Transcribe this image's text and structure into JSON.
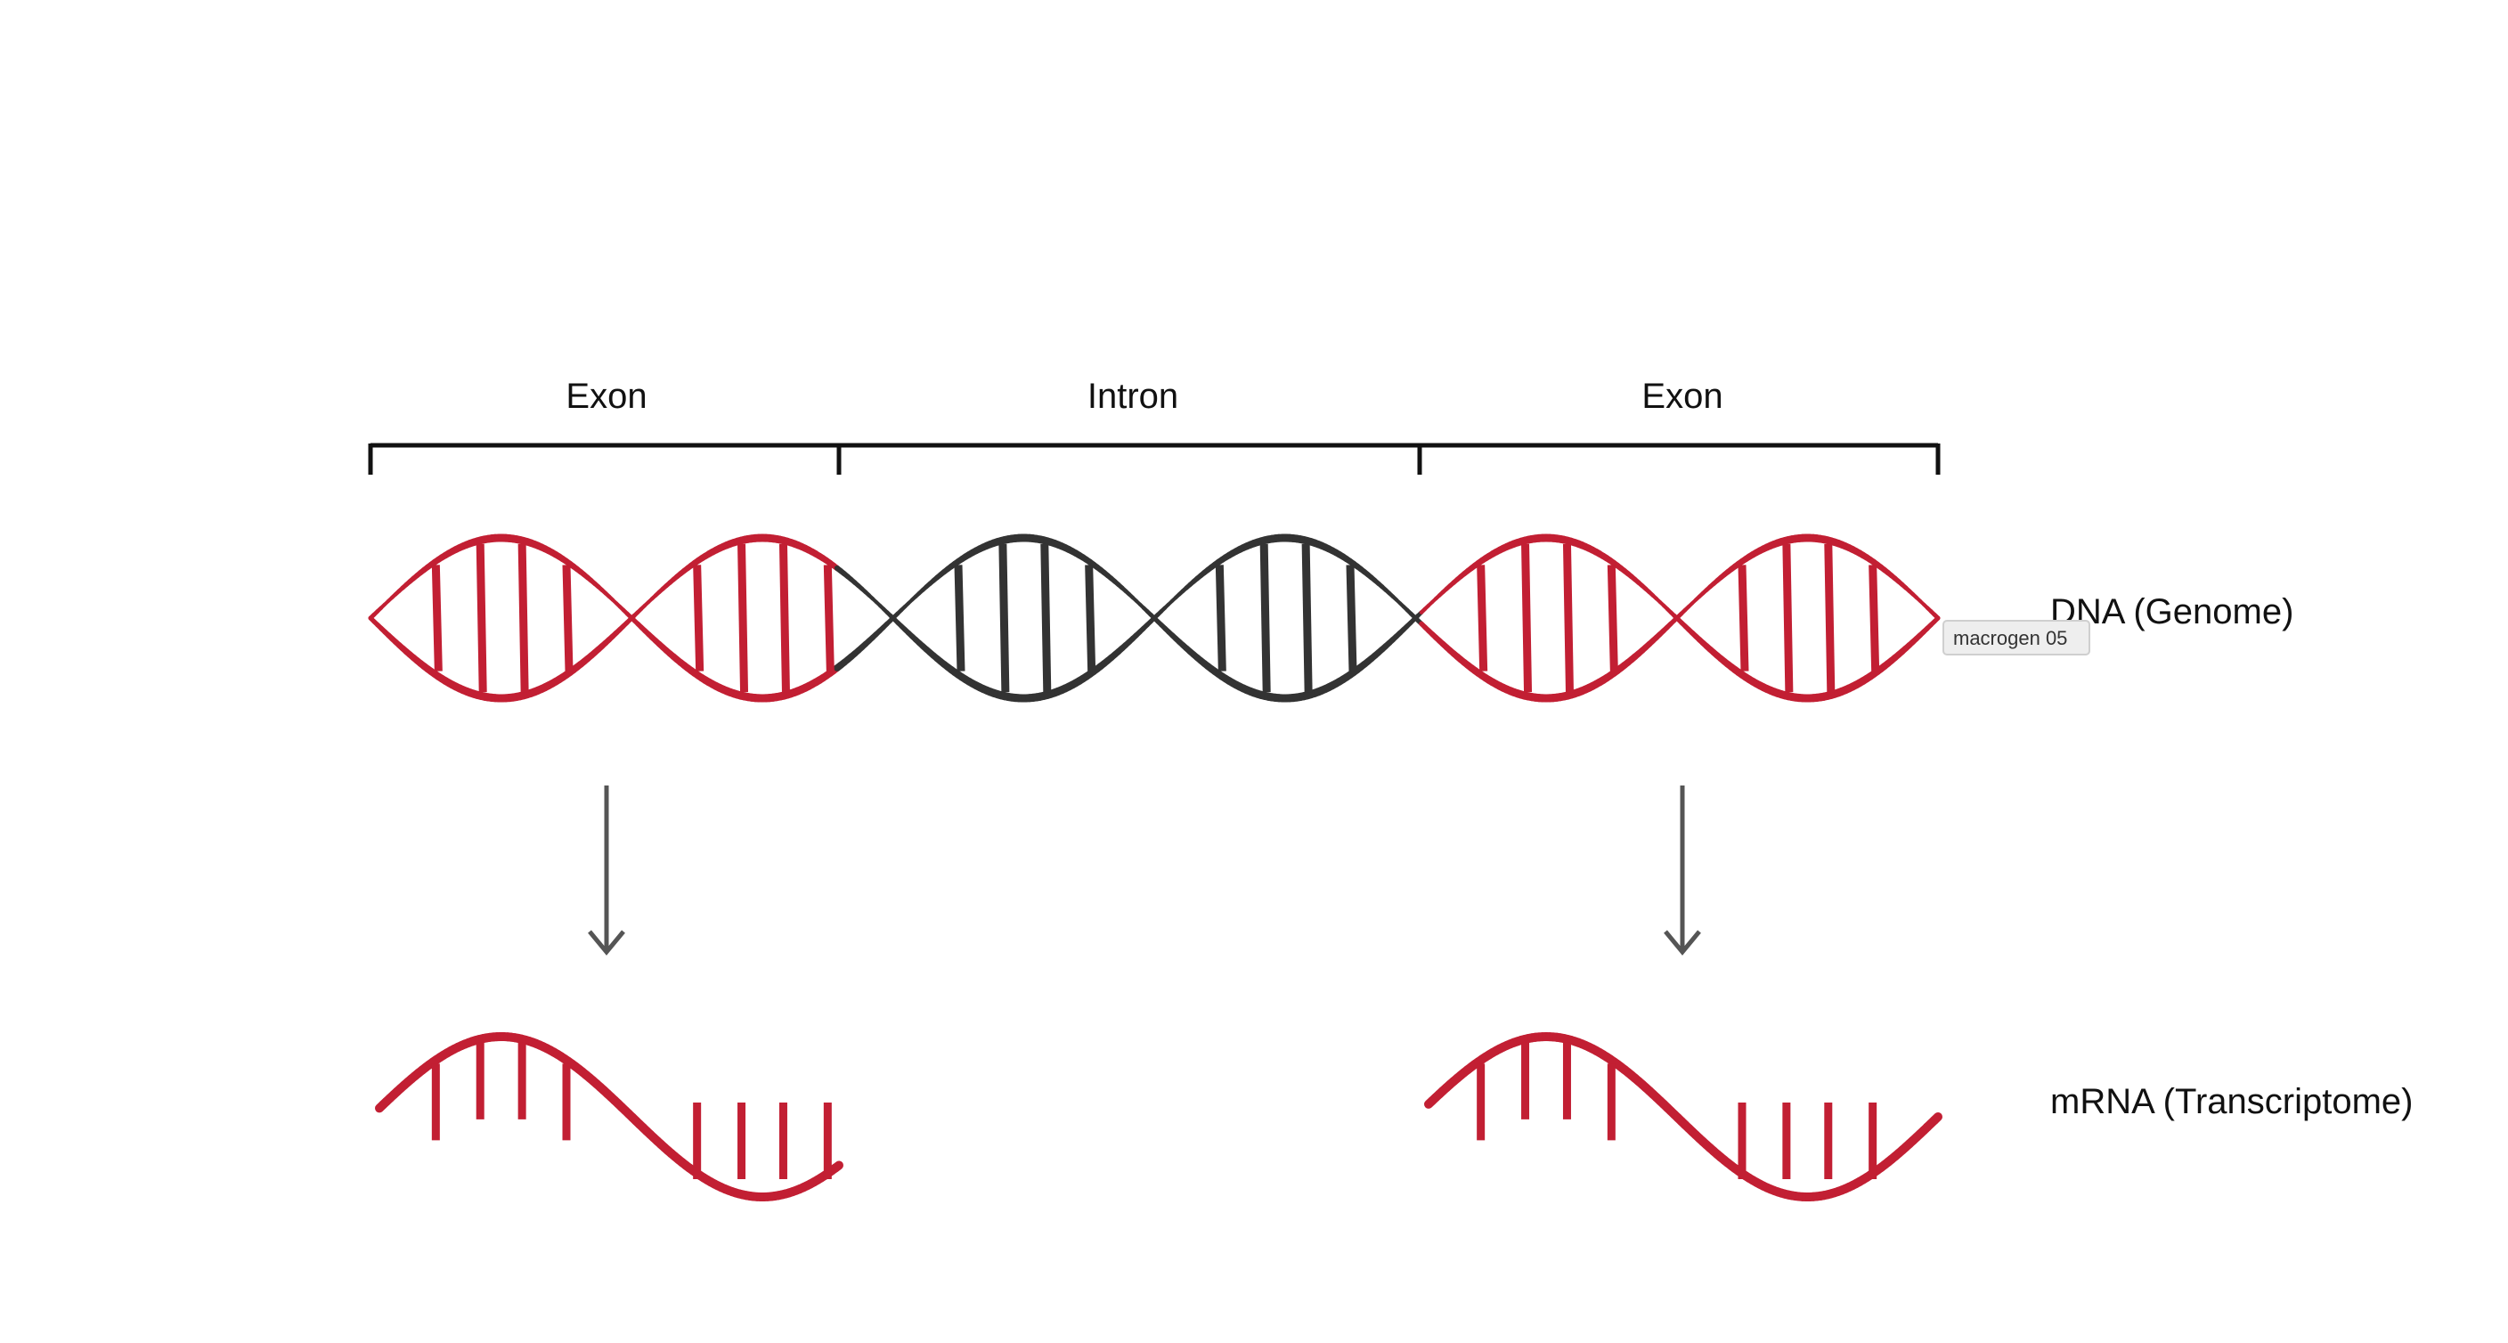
{
  "segments": [
    {
      "label": "Exon",
      "type": "exon"
    },
    {
      "label": "Intron",
      "type": "intron"
    },
    {
      "label": "Exon",
      "type": "exon"
    }
  ],
  "rows": {
    "dna_label": "DNA (Genome)",
    "mrna_label": "mRNA (Transcriptome)"
  },
  "tooltip": "macrogen 05",
  "colors": {
    "exon": "#c21f33",
    "intron": "#333333",
    "bracket": "#111111",
    "arrow": "#555555"
  }
}
